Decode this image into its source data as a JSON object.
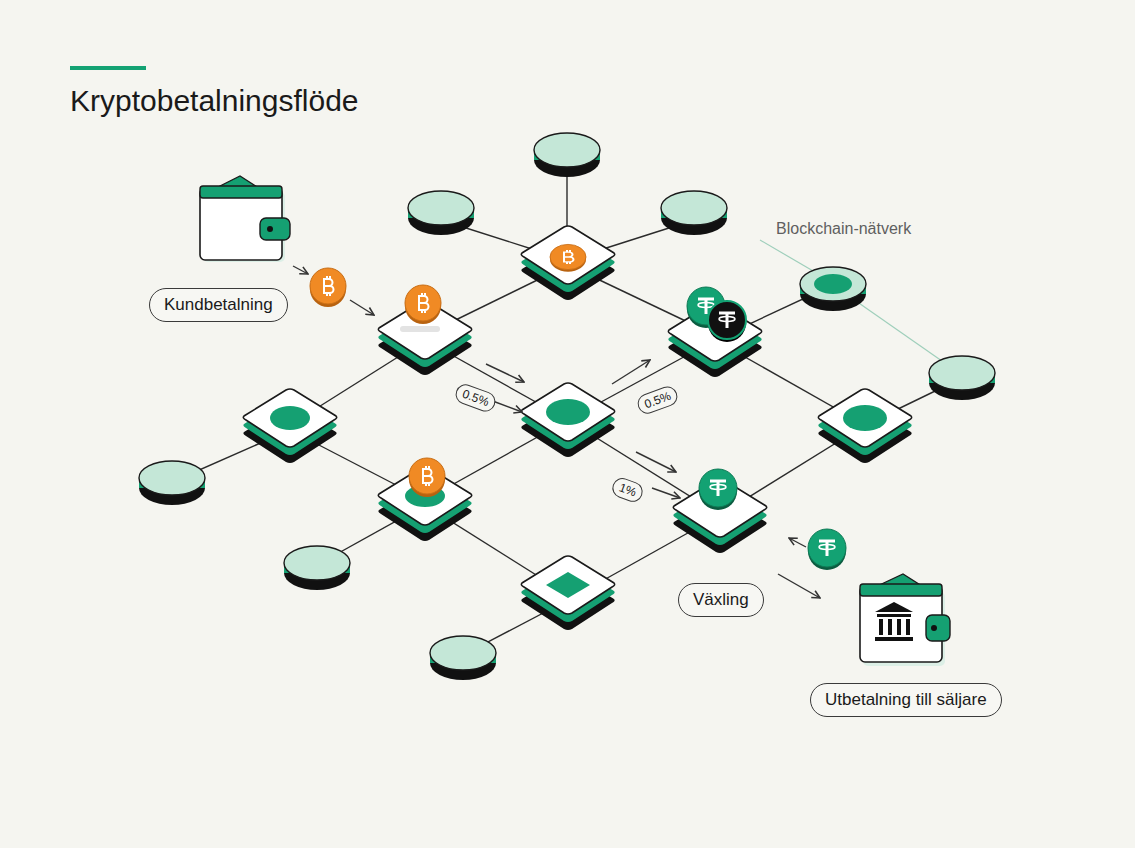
{
  "diagram": {
    "title": "Kryptobetalningsflöde",
    "nodes": [
      {
        "text": [
          "Kundbetalning"
        ]
      },
      {
        "text": [
          "0.5%"
        ]
      },
      {
        "text": [
          "0.5%"
        ]
      },
      {
        "text": [
          "1%"
        ]
      },
      {
        "text": [
          "Växling"
        ]
      },
      {
        "text": [
          "Utbetalning till säljare"
        ]
      }
    ],
    "labels": [
      "Blockchain-nätverk"
    ]
  }
}
